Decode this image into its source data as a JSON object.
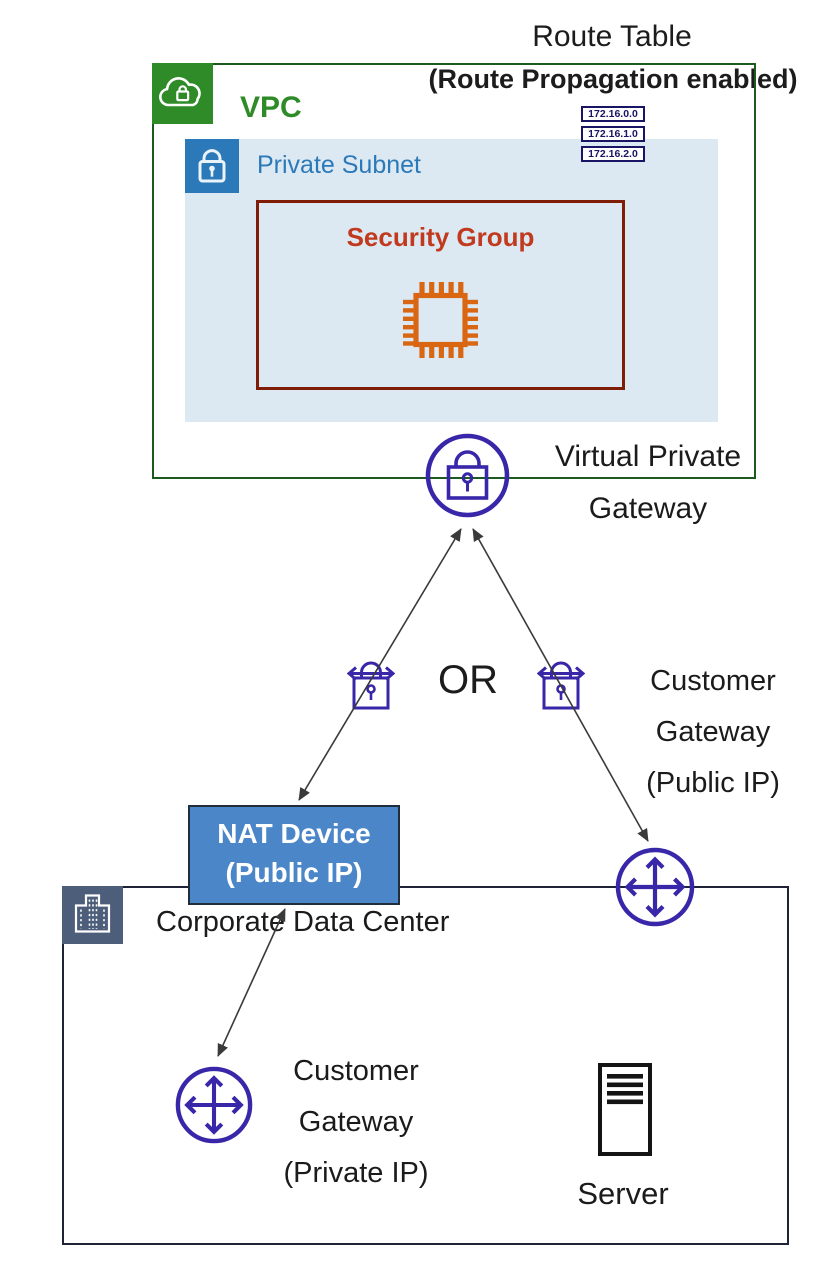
{
  "route_table": {
    "title": "Route Table",
    "subtitle": "(Route Propagation enabled)",
    "entries": [
      "172.16.0.0",
      "172.16.1.0",
      "172.16.2.0"
    ]
  },
  "vpc": {
    "label": "VPC"
  },
  "private_subnet": {
    "label": "Private Subnet"
  },
  "security_group": {
    "label": "Security Group"
  },
  "virtual_private_gateway": {
    "line1": "Virtual Private",
    "line2": "Gateway"
  },
  "or_label": "OR",
  "customer_gateway_public": {
    "line1": "Customer",
    "line2": "Gateway",
    "line3": "(Public IP)"
  },
  "nat_device": {
    "line1": "NAT Device",
    "line2": "(Public IP)"
  },
  "corporate_data_center": {
    "label": "Corporate Data Center"
  },
  "customer_gateway_private": {
    "line1": "Customer",
    "line2": "Gateway",
    "line3": "(Private IP)"
  },
  "server": {
    "label": "Server"
  },
  "icons": [
    "vpc-cloud-lock-icon",
    "private-subnet-lock-icon",
    "security-group-chip-icon",
    "virtual-private-gateway-lock-icon",
    "vpn-connection-lock-icon",
    "customer-gateway-router-icon",
    "corporate-data-center-building-icon",
    "server-icon"
  ],
  "colors": {
    "vpc_border": "#1c5a20",
    "vpc_green": "#2e8b28",
    "subnet_blue": "#2b79b8",
    "subnet_fill": "#dce9f3",
    "sg_border": "#801d06",
    "sg_text": "#c13a1e",
    "chip_orange": "#d86613",
    "gateway_indigo": "#3827a8",
    "route_entry_navy": "#191464",
    "nat_fill": "#4a86c8",
    "cdc_border": "#1e2336",
    "cdc_icon_bg": "#4c5e7a",
    "arrow_gray": "#3a3a3a"
  }
}
